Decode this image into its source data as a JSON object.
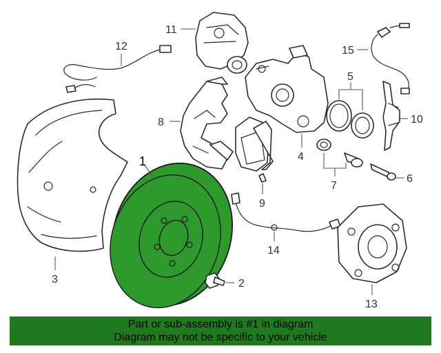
{
  "diagram": {
    "callouts": [
      "1",
      "2",
      "3",
      "4",
      "5",
      "6",
      "7",
      "8",
      "9",
      "10",
      "11",
      "12",
      "13",
      "14",
      "15"
    ],
    "highlight_color": "#2e9a2e",
    "line_color": "#2a2a2a"
  },
  "banner": {
    "line1": "Part or sub-assembly is #1 in diagram",
    "line2": "Diagram may not be specific to your vehicle",
    "background": "#1f7a1f"
  }
}
